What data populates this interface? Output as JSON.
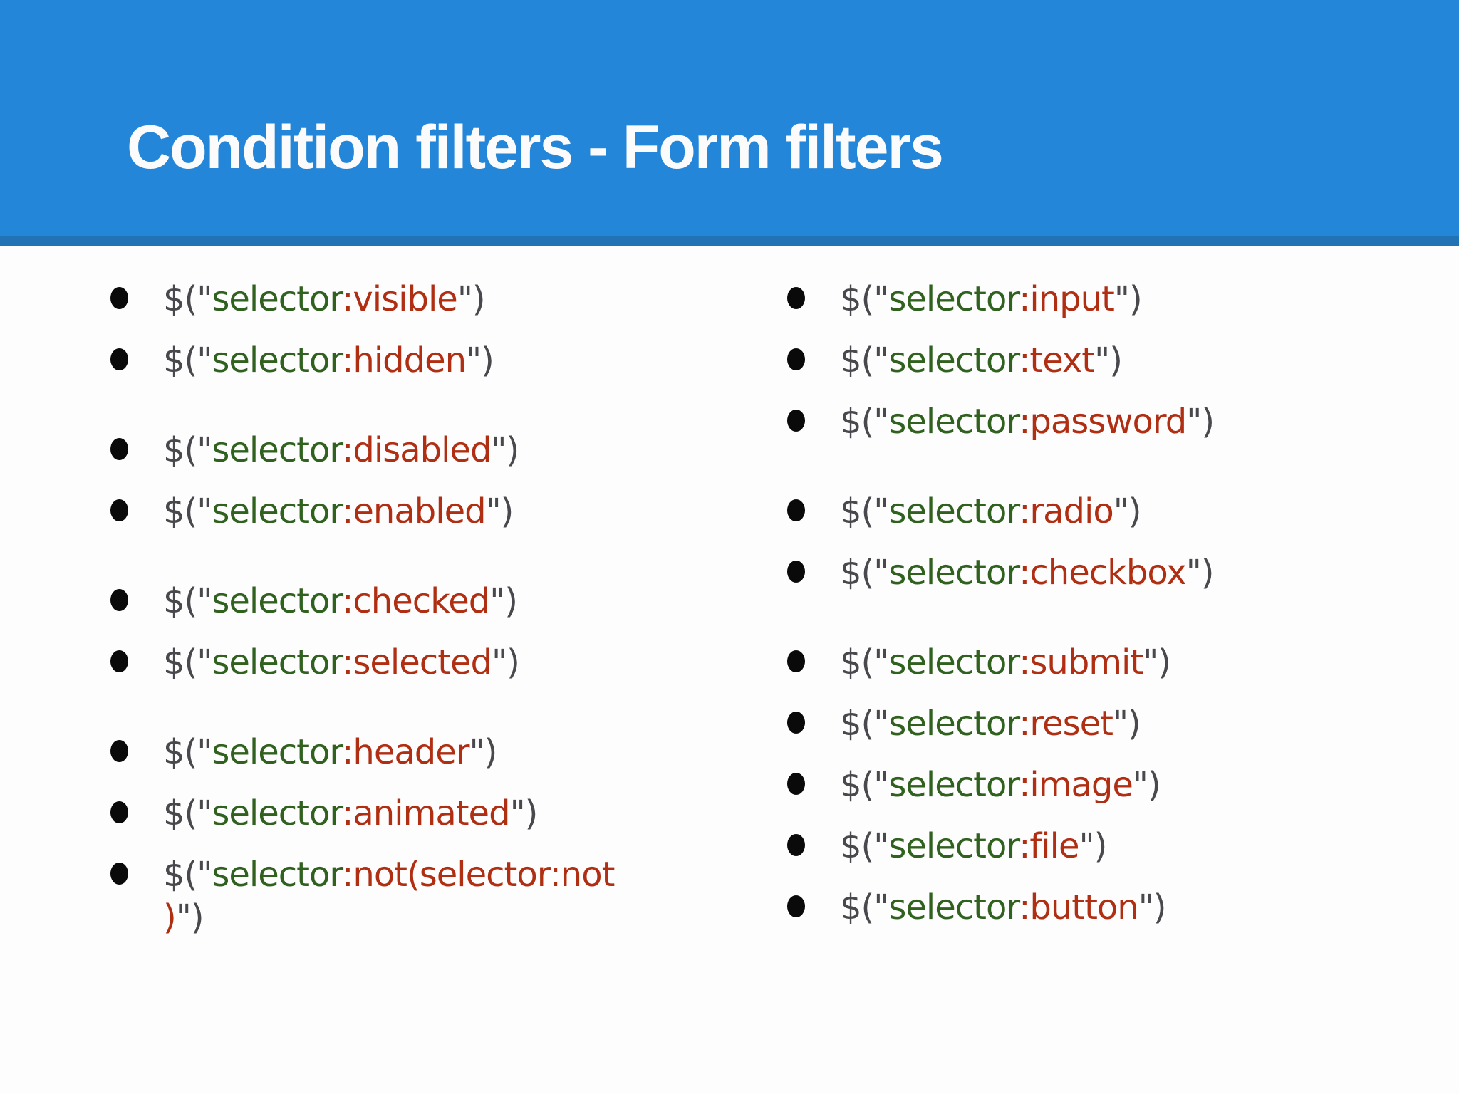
{
  "slide": {
    "title": "Condition filters - Form filters"
  },
  "colors": {
    "header_bg": "#2386d8",
    "header_strip": "#2173b5",
    "background": "#fdfdfe",
    "title_text": "#fbfbfb",
    "code_gray": "#48484d",
    "code_green": "#30611f",
    "code_red": "#b02e12",
    "bullet": "#0a0a0a"
  },
  "columns": [
    {
      "side": "left",
      "groups": [
        {
          "items": [
            {
              "segments": [
                {
                  "text": "$(\"",
                  "color": "gray"
                },
                {
                  "text": "selector",
                  "color": "green"
                },
                {
                  "text": ":visible",
                  "color": "red"
                },
                {
                  "text": "\")",
                  "color": "gray"
                }
              ]
            },
            {
              "segments": [
                {
                  "text": "$(\"",
                  "color": "gray"
                },
                {
                  "text": "selector",
                  "color": "green"
                },
                {
                  "text": ":hidden",
                  "color": "red"
                },
                {
                  "text": "\")",
                  "color": "gray"
                }
              ]
            }
          ]
        },
        {
          "items": [
            {
              "segments": [
                {
                  "text": "$(\"",
                  "color": "gray"
                },
                {
                  "text": "selector",
                  "color": "green"
                },
                {
                  "text": ":disabled",
                  "color": "red"
                },
                {
                  "text": "\")",
                  "color": "gray"
                }
              ]
            },
            {
              "segments": [
                {
                  "text": "$(\"",
                  "color": "gray"
                },
                {
                  "text": "selector",
                  "color": "green"
                },
                {
                  "text": ":enabled",
                  "color": "red"
                },
                {
                  "text": "\")",
                  "color": "gray"
                }
              ]
            }
          ]
        },
        {
          "items": [
            {
              "segments": [
                {
                  "text": "$(\"",
                  "color": "gray"
                },
                {
                  "text": "selector",
                  "color": "green"
                },
                {
                  "text": ":checked",
                  "color": "red"
                },
                {
                  "text": "\")",
                  "color": "gray"
                }
              ]
            },
            {
              "segments": [
                {
                  "text": "$(\"",
                  "color": "gray"
                },
                {
                  "text": "selector",
                  "color": "green"
                },
                {
                  "text": ":selected",
                  "color": "red"
                },
                {
                  "text": "\")",
                  "color": "gray"
                }
              ]
            }
          ]
        },
        {
          "items": [
            {
              "segments": [
                {
                  "text": "$(\"",
                  "color": "gray"
                },
                {
                  "text": "selector",
                  "color": "green"
                },
                {
                  "text": ":header",
                  "color": "red"
                },
                {
                  "text": "\")",
                  "color": "gray"
                }
              ]
            },
            {
              "segments": [
                {
                  "text": "$(\"",
                  "color": "gray"
                },
                {
                  "text": "selector",
                  "color": "green"
                },
                {
                  "text": ":animated",
                  "color": "red"
                },
                {
                  "text": "\")",
                  "color": "gray"
                }
              ]
            },
            {
              "segments": [
                {
                  "text": "$(\"",
                  "color": "gray"
                },
                {
                  "text": "selector",
                  "color": "green"
                },
                {
                  "text": ":not(selector:not",
                  "color": "red"
                },
                {
                  "break": true
                },
                {
                  "text": ")",
                  "color": "red"
                },
                {
                  "text": "\")",
                  "color": "gray"
                }
              ]
            }
          ]
        }
      ]
    },
    {
      "side": "right",
      "groups": [
        {
          "items": [
            {
              "segments": [
                {
                  "text": "$(\"",
                  "color": "gray"
                },
                {
                  "text": "selector",
                  "color": "green"
                },
                {
                  "text": ":input",
                  "color": "red"
                },
                {
                  "text": "\")",
                  "color": "gray"
                }
              ]
            },
            {
              "segments": [
                {
                  "text": "$(\"",
                  "color": "gray"
                },
                {
                  "text": "selector",
                  "color": "green"
                },
                {
                  "text": ":text",
                  "color": "red"
                },
                {
                  "text": "\")",
                  "color": "gray"
                }
              ]
            },
            {
              "segments": [
                {
                  "text": "$(\"",
                  "color": "gray"
                },
                {
                  "text": "selector",
                  "color": "green"
                },
                {
                  "text": ":password",
                  "color": "red"
                },
                {
                  "text": "\")",
                  "color": "gray"
                }
              ]
            }
          ]
        },
        {
          "items": [
            {
              "segments": [
                {
                  "text": "$(\"",
                  "color": "gray"
                },
                {
                  "text": "selector",
                  "color": "green"
                },
                {
                  "text": ":radio",
                  "color": "red"
                },
                {
                  "text": "\")",
                  "color": "gray"
                }
              ]
            },
            {
              "segments": [
                {
                  "text": "$(\"",
                  "color": "gray"
                },
                {
                  "text": "selector",
                  "color": "green"
                },
                {
                  "text": ":checkbox",
                  "color": "red"
                },
                {
                  "text": "\")",
                  "color": "gray"
                }
              ]
            }
          ]
        },
        {
          "items": [
            {
              "segments": [
                {
                  "text": "$(\"",
                  "color": "gray"
                },
                {
                  "text": "selector",
                  "color": "green"
                },
                {
                  "text": ":submit",
                  "color": "red"
                },
                {
                  "text": "\")",
                  "color": "gray"
                }
              ]
            },
            {
              "segments": [
                {
                  "text": "$(\"",
                  "color": "gray"
                },
                {
                  "text": "selector",
                  "color": "green"
                },
                {
                  "text": ":reset",
                  "color": "red"
                },
                {
                  "text": "\")",
                  "color": "gray"
                }
              ]
            },
            {
              "segments": [
                {
                  "text": "$(\"",
                  "color": "gray"
                },
                {
                  "text": "selector",
                  "color": "green"
                },
                {
                  "text": ":image",
                  "color": "red"
                },
                {
                  "text": "\")",
                  "color": "gray"
                }
              ]
            },
            {
              "segments": [
                {
                  "text": "$(\"",
                  "color": "gray"
                },
                {
                  "text": "selector",
                  "color": "green"
                },
                {
                  "text": ":file",
                  "color": "red"
                },
                {
                  "text": "\")",
                  "color": "gray"
                }
              ]
            },
            {
              "segments": [
                {
                  "text": "$(\"",
                  "color": "gray"
                },
                {
                  "text": "selector",
                  "color": "green"
                },
                {
                  "text": ":button",
                  "color": "red"
                },
                {
                  "text": "\")",
                  "color": "gray"
                }
              ]
            }
          ]
        }
      ]
    }
  ]
}
